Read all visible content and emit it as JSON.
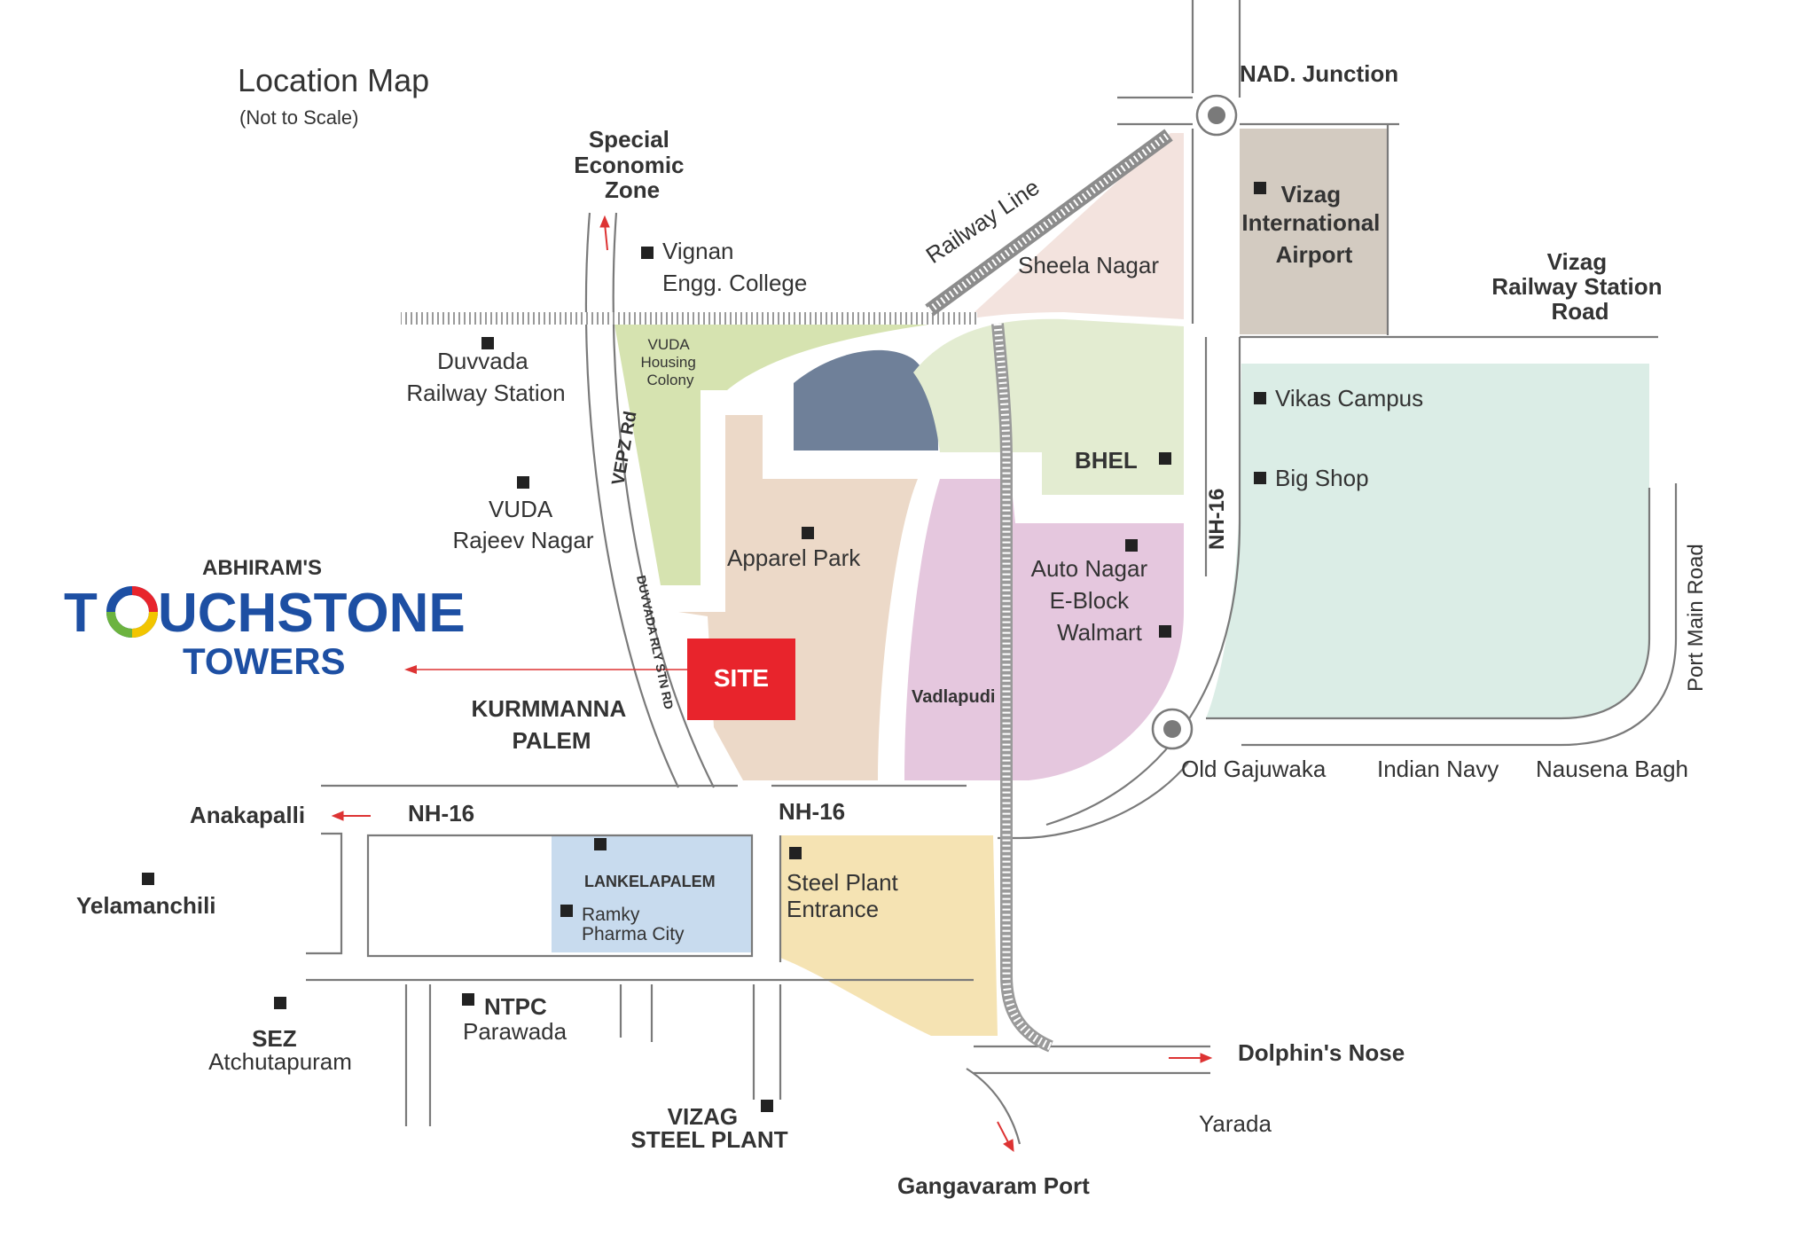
{
  "title": {
    "main": "Location Map",
    "sub": "(Not to Scale)"
  },
  "brand": {
    "top": "ABHIRAM'S",
    "name_left": "T",
    "name_right": "UCHSTONE",
    "towers": "TOWERS"
  },
  "site": "SITE",
  "colors": {
    "vuda_housing": "#d6e3b0",
    "apparel_park": "#ecd9c8",
    "dome": "#6f8099",
    "bhel": "#e3ecd1",
    "sheela_nagar": "#f3e3de",
    "airport": "#d3cbc1",
    "vikas": "#dbede6",
    "auto_nagar": "#e5c7de",
    "lankelapalem": "#c8dbee",
    "steel_plant": "#f5e3b3",
    "site": "#e8242c",
    "brand_blue": "#1d4fa3"
  },
  "labels": {
    "sez_top": [
      "Special",
      "Economic",
      "Zone"
    ],
    "vignan": [
      "Vignan",
      "Engg. College"
    ],
    "railway_line": "Railway Line",
    "sheela_nagar": "Sheela Nagar",
    "nad_junction": "NAD. Junction",
    "airport": [
      "Vizag",
      "International",
      "Airport"
    ],
    "vizag_rs_road": [
      "Vizag",
      "Railway Station",
      "Road"
    ],
    "duvvada": [
      "Duvvada",
      "Railway Station"
    ],
    "vuda_housing": [
      "VUDA",
      "Housing",
      "Colony"
    ],
    "vepz": "VEPZ Rd",
    "vuda_rajeev": [
      "VUDA",
      "Rajeev Nagar"
    ],
    "apparel_park": "Apparel Park",
    "bhel": "BHEL",
    "vikas": "Vikas Campus",
    "big_shop": "Big Shop",
    "nh16_vertical": "NH-16",
    "auto_nagar": [
      "Auto Nagar",
      "E-Block",
      "Walmart"
    ],
    "port_main": "Port Main Road",
    "duvvada_rly_rd": "DUVVADA RLY STN RD",
    "kurmmanna": [
      "KURMMANNA",
      "PALEM"
    ],
    "vadlapudi": "Vadlapudi",
    "old_gajuwaka": "Old Gajuwaka",
    "indian_navy": "Indian Navy",
    "nausena": "Nausena Bagh",
    "anakapalli": "Anakapalli",
    "nh16_left": "NH-16",
    "nh16_mid": "NH-16",
    "yelamanchili": "Yelamanchili",
    "lankelapalem": "LANKELAPALEM",
    "ramky": [
      "Ramky",
      "Pharma City"
    ],
    "steel_entrance": [
      "Steel Plant",
      "Entrance"
    ],
    "sez_atch": [
      "SEZ",
      "Atchutapuram"
    ],
    "ntpc": [
      "NTPC",
      "Parawada"
    ],
    "dolphin": "Dolphin's Nose",
    "yarada": "Yarada",
    "vsp": [
      "VIZAG",
      "STEEL PLANT"
    ],
    "gangavaram": "Gangavaram Port"
  }
}
